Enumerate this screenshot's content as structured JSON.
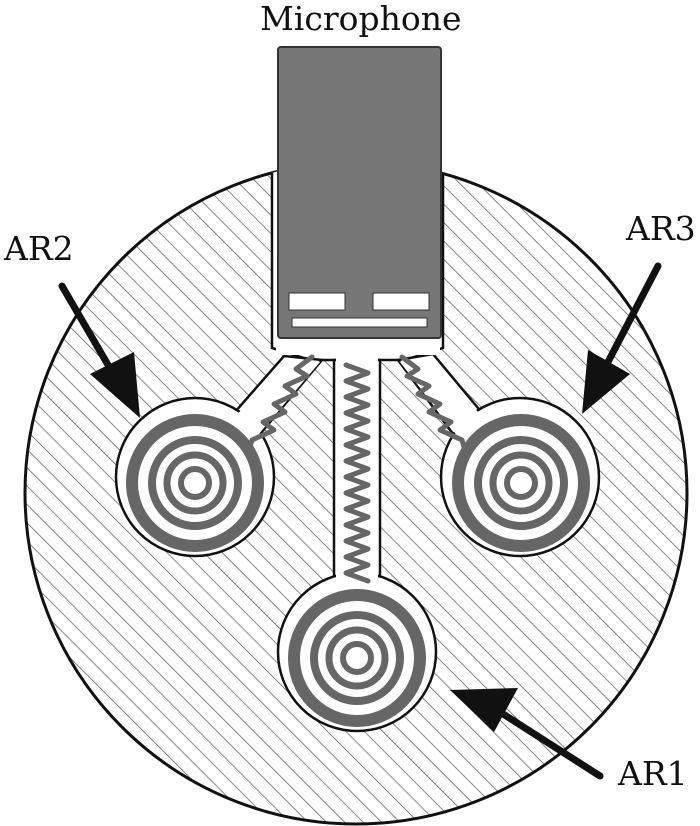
{
  "labels": {
    "microphone": "Microphone",
    "ar1": "AR1",
    "ar2": "AR2",
    "ar3": "AR3"
  },
  "colors": {
    "outline": "#111111",
    "hatch": "#555555",
    "microphone_body": "#777777",
    "resonator_ring": "#666666",
    "connecting_tube": "#666666",
    "arrow": "#111111",
    "background": "#ffffff"
  }
}
